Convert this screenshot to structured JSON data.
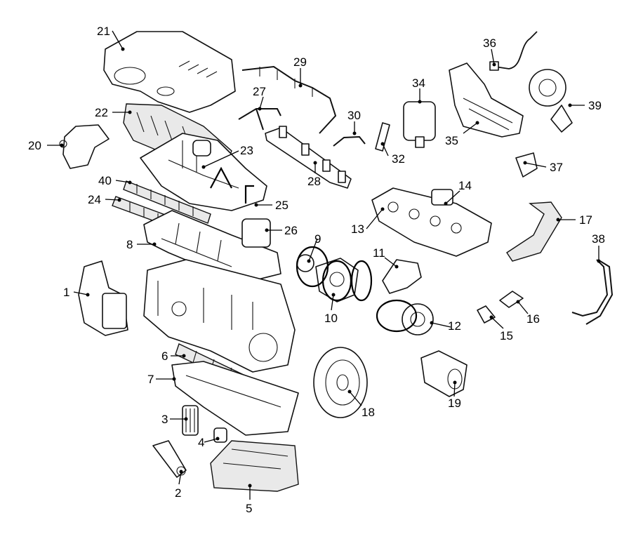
{
  "callouts": {
    "c1": "1",
    "c2": "2",
    "c3": "3",
    "c4": "4",
    "c5": "5",
    "c6": "6",
    "c7": "7",
    "c8": "8",
    "c9": "9",
    "c10": "10",
    "c11": "11",
    "c12": "12",
    "c13": "13",
    "c14": "14",
    "c15": "15",
    "c16": "16",
    "c17": "17",
    "c18": "18",
    "c19": "19",
    "c20": "20",
    "c21": "21",
    "c22": "22",
    "c23": "23",
    "c24": "24",
    "c25": "25",
    "c26": "26",
    "c27": "27",
    "c28": "28",
    "c29": "29",
    "c30": "30",
    "c32": "32",
    "c34": "34",
    "c35": "35",
    "c36": "36",
    "c37": "37",
    "c38": "38",
    "c39": "39",
    "c40": "40"
  },
  "colors": {
    "line": "#111111",
    "background": "#ffffff",
    "shade": "#e9e9e9"
  }
}
